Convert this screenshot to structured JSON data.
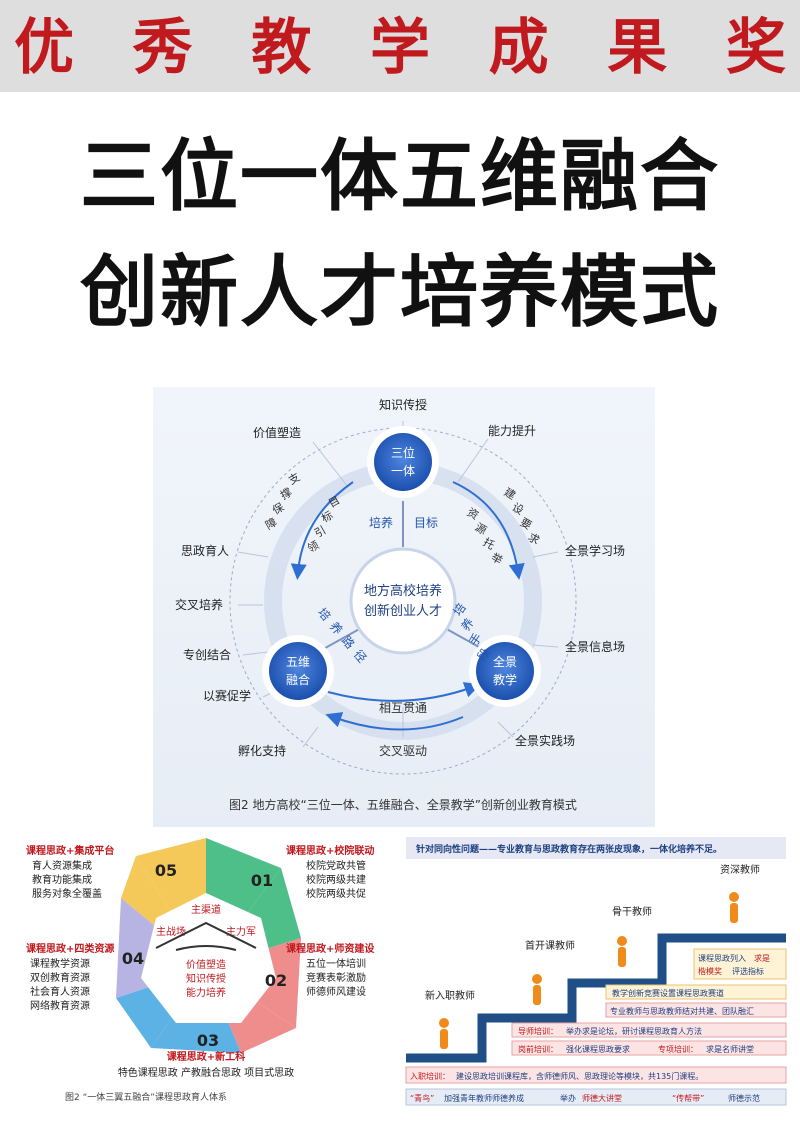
{
  "banner": {
    "chars": [
      "优",
      "秀",
      "教",
      "学",
      "成",
      "果",
      "奖"
    ]
  },
  "title": {
    "line1": "三位一体五维融合",
    "line2": "创新人才培养模式"
  },
  "figure1": {
    "center": [
      "地方高校培养",
      "创新创业人才"
    ],
    "nodes": {
      "top": [
        "三位",
        "一体"
      ],
      "left": [
        "五维",
        "融合"
      ],
      "right": [
        "全景",
        "教学"
      ]
    },
    "inner_labels": {
      "pei_yang": "培养",
      "mu_biao": "目标",
      "zhi_cheng": [
        "支",
        "撑",
        "保",
        "障"
      ],
      "mu_biao_yin_ling": [
        "目",
        "标",
        "引",
        "领"
      ],
      "jian_she_yao_qiu": [
        "建",
        "设",
        "要",
        "求"
      ],
      "zi_yuan_tuo_ju": [
        "资",
        "源",
        "托",
        "举"
      ],
      "pei_yang_lu_jing": [
        "培",
        "养",
        "路",
        "径"
      ],
      "pei_yang_shou_duan": [
        "培",
        "养",
        "手",
        "段"
      ],
      "xiang_hu_guan_tong": "相互贯通",
      "jiao_cha_qu_dong": "交叉驱动"
    },
    "outer_labels": {
      "zhi_shi": "知识传授",
      "jia_zhi": "价值塑造",
      "neng_li": "能力提升",
      "si_zheng": "思政育人",
      "jiao_cha": "交叉培养",
      "zhuan_chuang": "专创结合",
      "yi_sai": "以赛促学",
      "fu_hua": "孵化支持",
      "xue_xi_chang": "全景学习场",
      "xin_xi_chang": "全景信息场",
      "shi_jian_chang": "全景实践场"
    },
    "caption": "图2  地方高校“三位一体、五维融合、全景教学”创新创业教育模式"
  },
  "figure2": {
    "segments": [
      {
        "num": "05",
        "color": "#f4c95a"
      },
      {
        "num": "01",
        "color": "#4fbf8a"
      },
      {
        "num": "02",
        "color": "#ef8d8d"
      },
      {
        "num": "03",
        "color": "#5cb2e4"
      },
      {
        "num": "04",
        "color": "#b7b3e3"
      }
    ],
    "inner": {
      "zhu_qu_dao": "主渠道",
      "zhu_zhan_chang": "主战场",
      "zhu_li_jun": "主力军",
      "lines": [
        "价值塑造",
        "知识传授",
        "能力培养"
      ]
    },
    "groups": {
      "tl": {
        "title": "课程思政+集成平台",
        "items": [
          "育人资源集成",
          "教育功能集成",
          "服务对象全覆盖"
        ]
      },
      "tr": {
        "title": "课程思政+校院联动",
        "items": [
          "校院党政共管",
          "校院两级共建",
          "校院两级共促"
        ]
      },
      "ml": {
        "title": "课程思政+四类资源",
        "items": [
          "课程教学资源",
          "双创教育资源",
          "社会育人资源",
          "网络教育资源"
        ]
      },
      "mr": {
        "title": "课程思政+师资建设",
        "items": [
          "五位一体培训",
          "竞赛表彰激励",
          "师德师风建设"
        ]
      },
      "bottom": {
        "title": "课程思政+新工科",
        "items": "特色课程思政    产教融合思政    项目式思政"
      }
    },
    "caption": "图2  “一体三翼五融合”课程思政育人体系"
  },
  "figure3": {
    "header": "针对同向性问题——专业教育与思政教育存在两张皮现象，一体化培养不足。",
    "roles": [
      "新入职教师",
      "首开课教师",
      "骨干教师",
      "资深教师"
    ],
    "boxes": {
      "r1a": "课程思政列入",
      "r1b": "求是",
      "r1c": "楷模奖",
      "r1d": "评选指标",
      "r2": "教学创新竞赛设置课程思政赛道",
      "r3": "专业教师与思政教师结对共建、团队融汇",
      "r4a": "导师培训：",
      "r4b": "举办求是论坛，研讨课程思政育人方法",
      "r5a": "岗前培训：",
      "r5b": "强化课程思政要求",
      "r5c": "专项培训：",
      "r5d": "求是名师讲堂",
      "r6a": "入职培训：",
      "r6b": "建设思政培训课程库，含师德师风、思政理论等模块，共135门课程。",
      "r7a": "“青鸟”",
      "r7b": "加强青年教师师德养成",
      "r7c": "举办",
      "r7d": "师德大讲堂",
      "r7e": "“传帮带”",
      "r7f": "师德示范"
    }
  }
}
